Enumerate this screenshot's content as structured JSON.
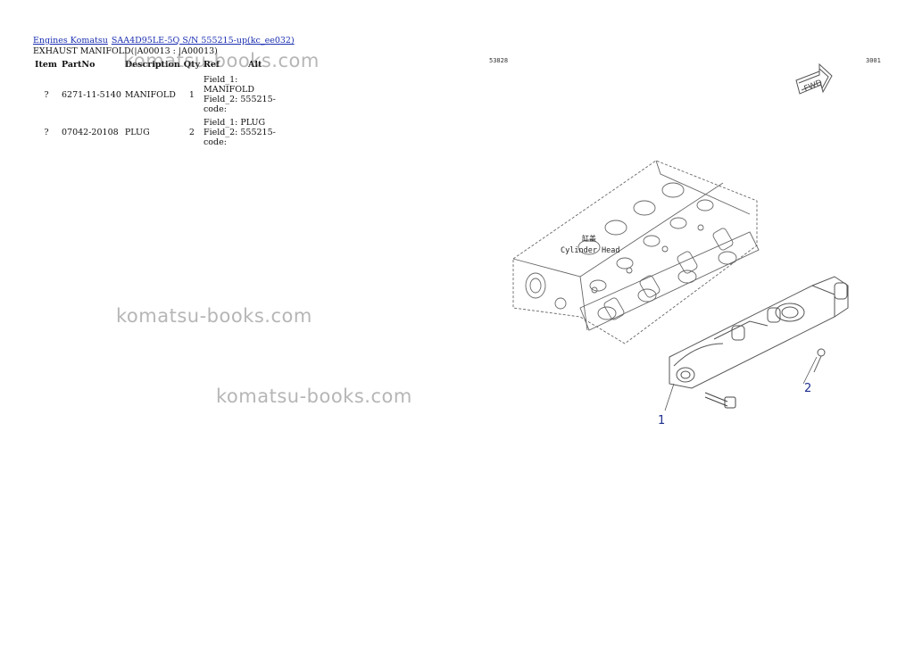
{
  "breadcrumb": {
    "link1": "Engines Komatsu",
    "link2": "SAA4D95LE-5Q S/N 555215-up(kc_ee032)"
  },
  "page_title": "EXHAUST MANIFOLD(|A00013 : |A00013)",
  "table": {
    "headers": [
      "Item",
      "PartNo",
      "Description",
      "Qty",
      "Ref",
      "Alt"
    ],
    "rows": [
      {
        "item": "?",
        "part_no": "6271-11-5140",
        "description": "MANIFOLD",
        "qty": "1",
        "note_lines": [
          "Field_1: MANIFOLD",
          "Field_2: 555215-",
          "code:"
        ]
      },
      {
        "item": "?",
        "part_no": "07042-20108",
        "description": "PLUG",
        "qty": "2",
        "note_lines": [
          "Field_1: PLUG",
          "Field_2: 555215-",
          "code:"
        ]
      }
    ]
  },
  "watermarks": [
    "komatsu-books.com",
    "komatsu-books.com",
    "komatsu-books.com"
  ],
  "diagram": {
    "code_left": "53828",
    "code_right": "3001",
    "fwd_label": "FWD",
    "head_label_jp": "缸盖",
    "head_label": "Cylinder Head",
    "callout_1": "1",
    "callout_2": "2",
    "callout_color": "#1f2f8f"
  }
}
